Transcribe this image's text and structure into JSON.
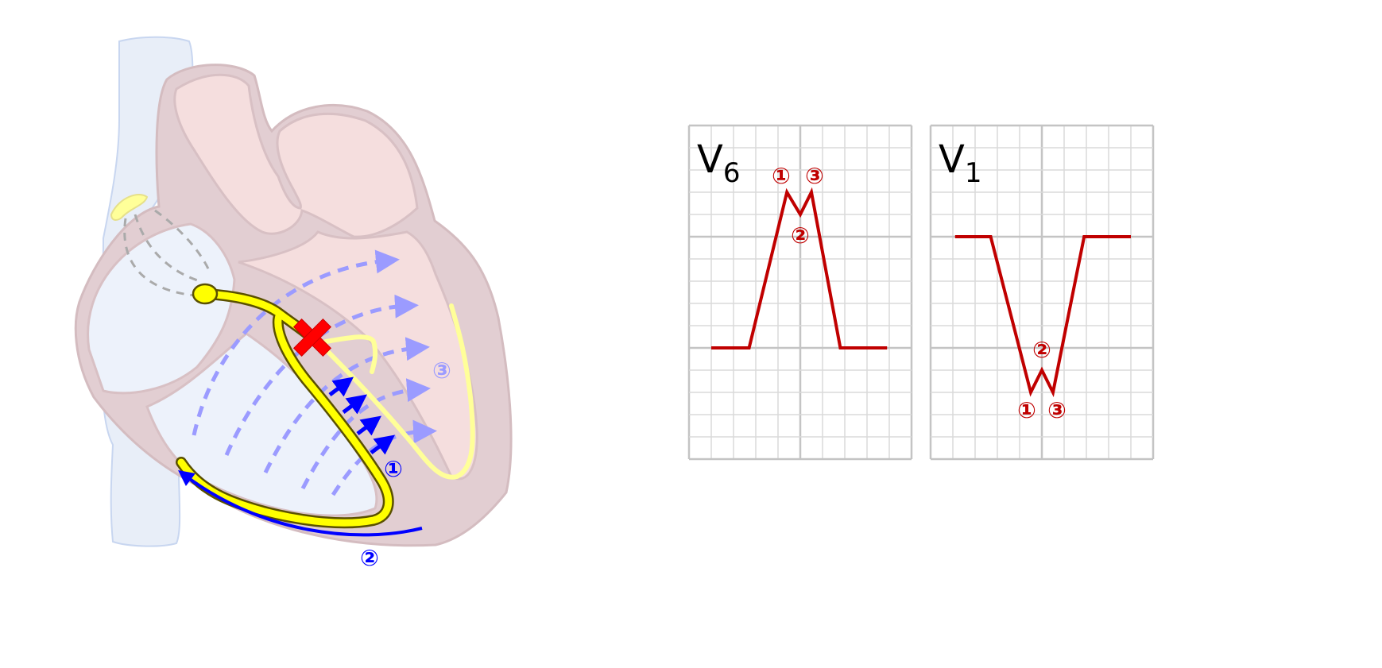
{
  "diagram": {
    "heart_labels": {
      "one": "①",
      "two": "②",
      "three": "③"
    },
    "colors": {
      "conduction": "#ffff00",
      "blocked_bundle": "#ffff99",
      "block_mark": "#ff0000",
      "activation_arrows": "#0000ff",
      "spread_arrows": "#9b9bff",
      "ecg_trace": "#c00000",
      "grid": "#cccccc"
    }
  },
  "ecg": [
    {
      "lead": "V",
      "lead_sub": "6",
      "labels": {
        "one": "①",
        "two": "②",
        "three": "③"
      },
      "waveform_small_squares": [
        [
          1,
          0
        ],
        [
          2.7,
          0
        ],
        [
          4.4,
          7
        ],
        [
          5,
          6
        ],
        [
          5.5,
          7
        ],
        [
          6.8,
          0
        ],
        [
          8.9,
          0
        ]
      ]
    },
    {
      "lead": "V",
      "lead_sub": "1",
      "labels": {
        "one": "①",
        "two": "②",
        "three": "③"
      },
      "waveform_small_squares": [
        [
          1.1,
          5
        ],
        [
          2.7,
          5
        ],
        [
          4.5,
          -2
        ],
        [
          5,
          -1
        ],
        [
          5.5,
          -2
        ],
        [
          6.9,
          5
        ],
        [
          9,
          5
        ]
      ]
    }
  ]
}
